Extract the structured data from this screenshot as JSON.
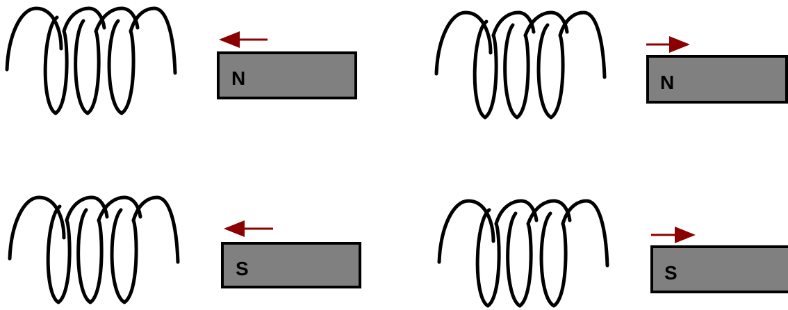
{
  "colors": {
    "background": "#ffffff",
    "wire": "#000000",
    "magnet_fill": "#808080",
    "magnet_outline": "#000000",
    "arrow": "#8b0000"
  },
  "panels": [
    {
      "pole_label": "N",
      "motion": "left"
    },
    {
      "pole_label": "N",
      "motion": "right"
    },
    {
      "pole_label": "S",
      "motion": "left"
    },
    {
      "pole_label": "S",
      "motion": "right"
    }
  ]
}
